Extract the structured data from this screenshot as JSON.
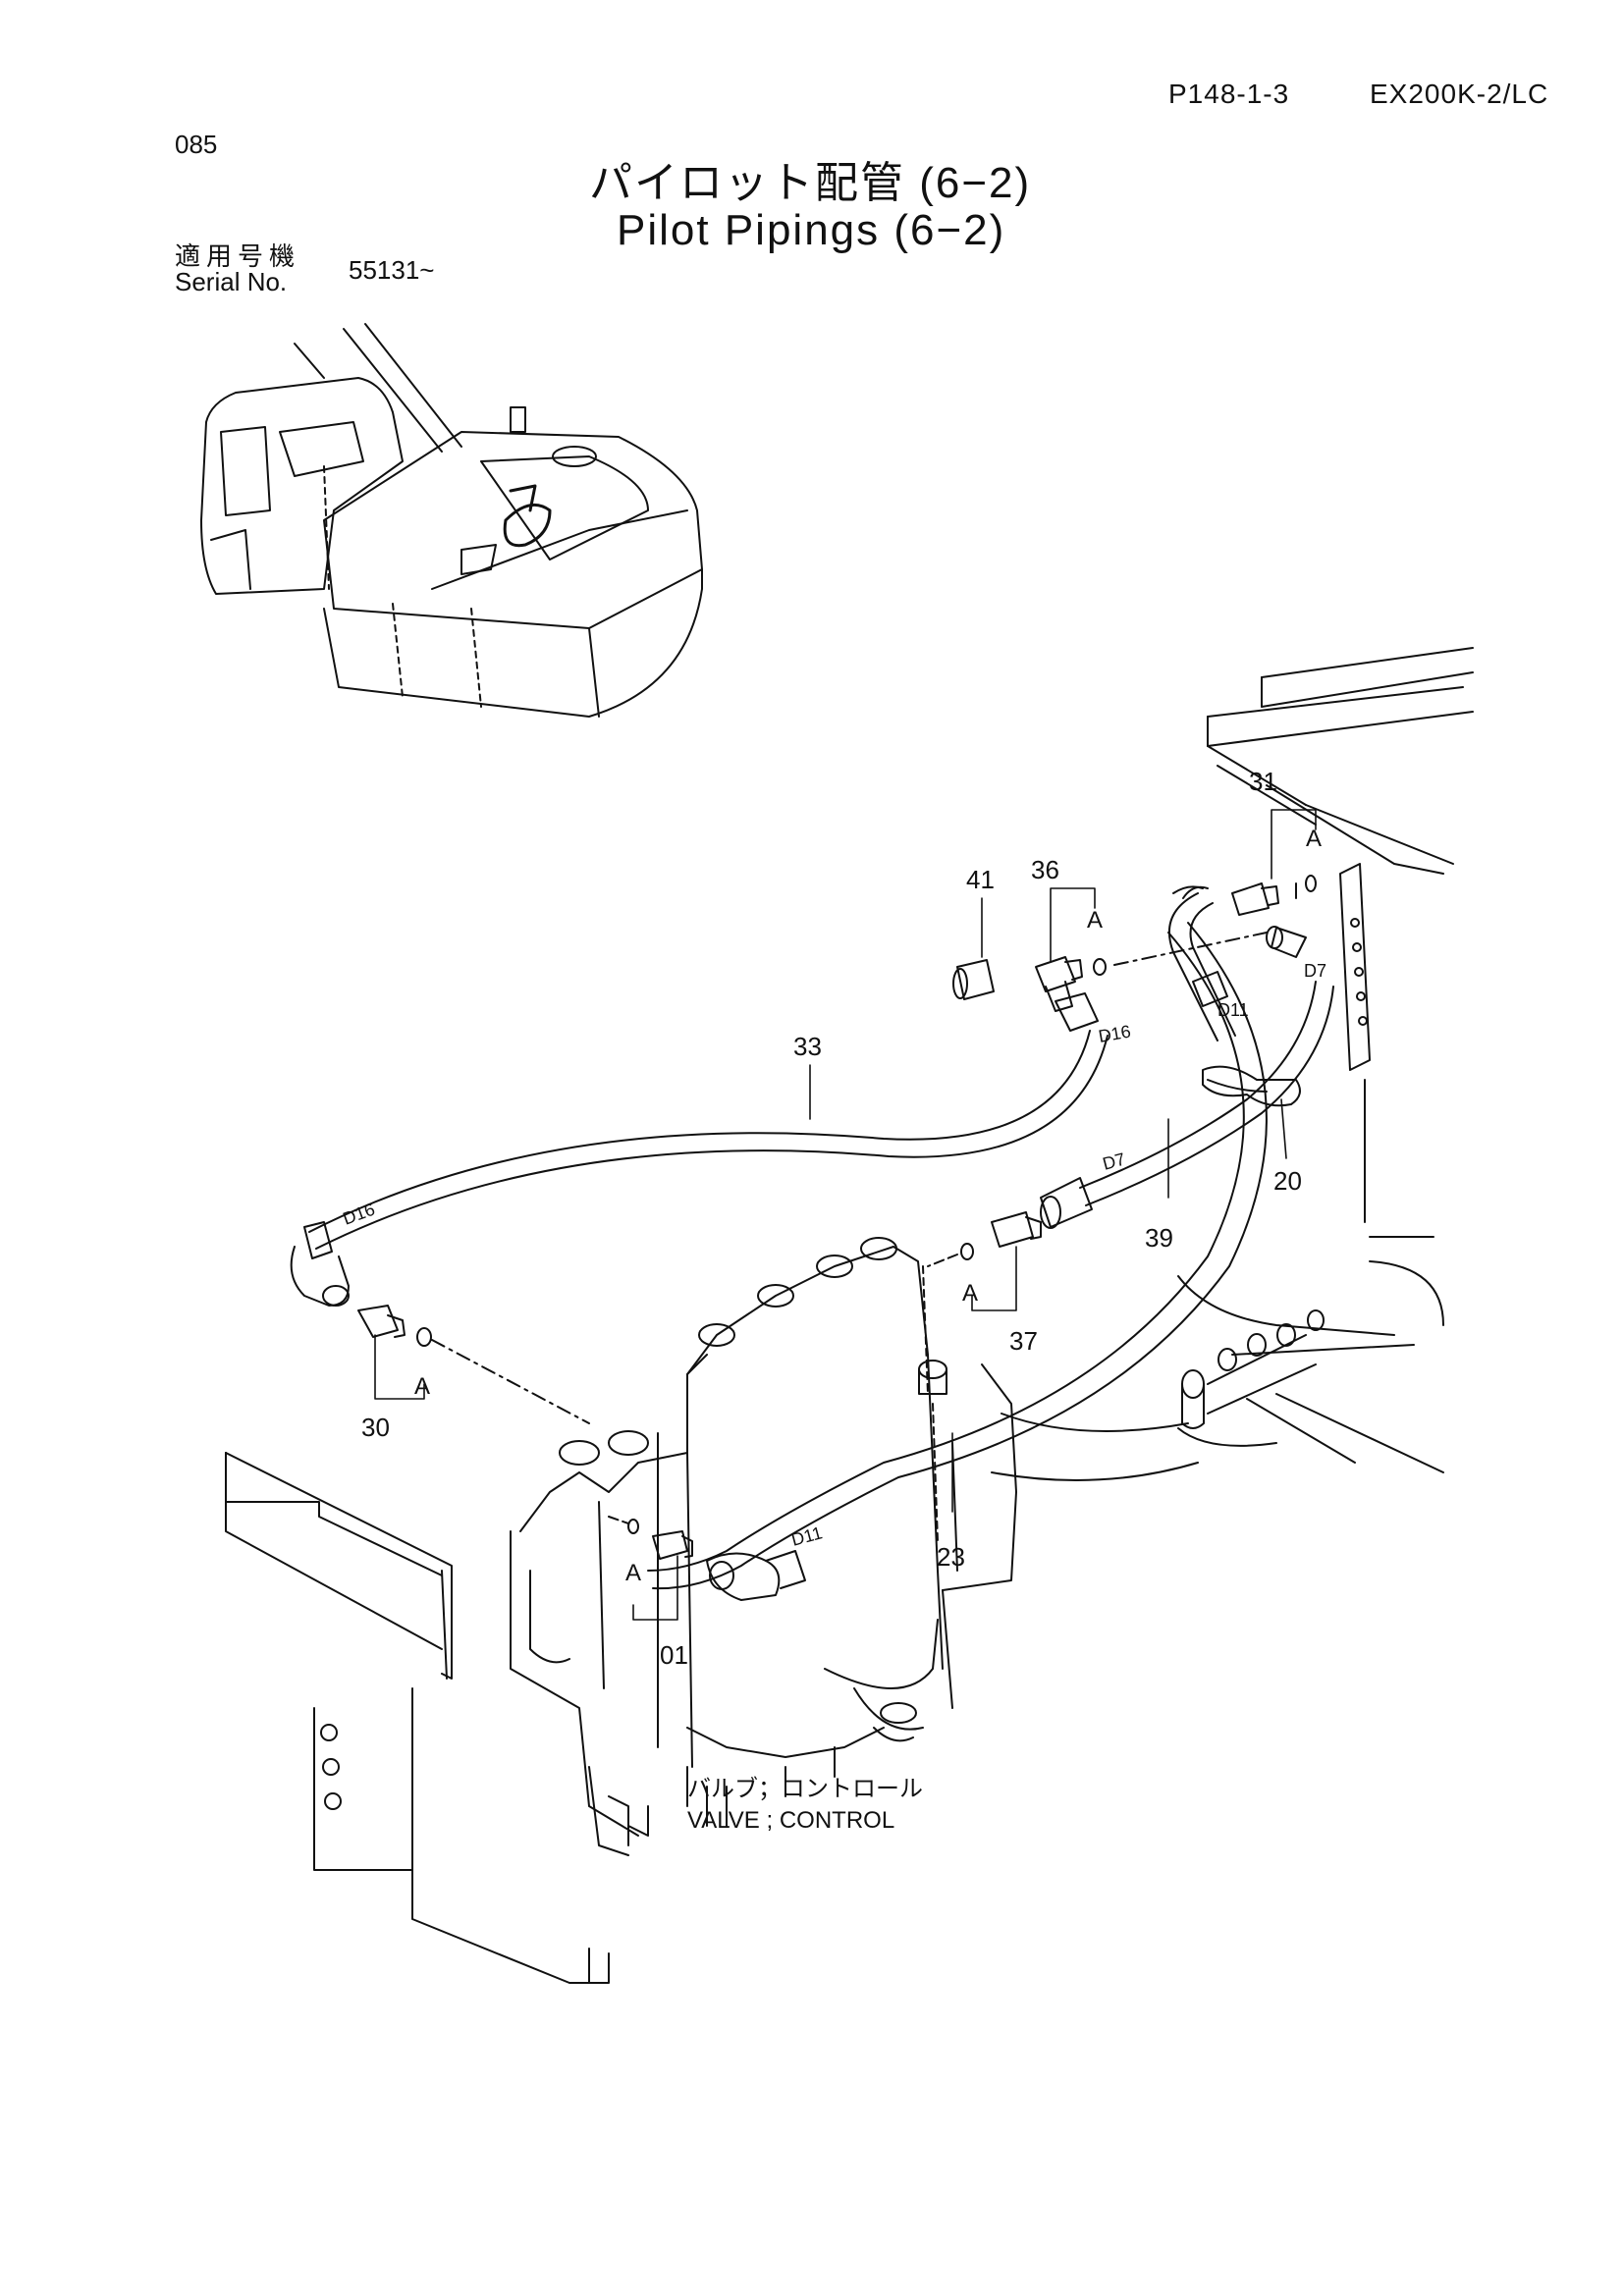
{
  "header": {
    "page_code": "P148-1-3",
    "model": "EX200K-2/LC",
    "page_number": "085"
  },
  "title": {
    "japanese": "パイロット配管 (6−2)",
    "english": "Pilot Pipings (6−2)"
  },
  "serial": {
    "label_jp": "適用号機",
    "label_en": "Serial No.",
    "value": "55131~"
  },
  "callouts": {
    "p01": "01",
    "p20": "20",
    "p23": "23",
    "p30": "30",
    "p31": "31",
    "p33": "33",
    "p36": "36",
    "p37": "37",
    "p39": "39",
    "p41": "41"
  },
  "detail_marker": "A",
  "hose_tags": {
    "d16": "D16",
    "d11": "D11",
    "d7": "D7"
  },
  "component_label": {
    "japanese": "バルブ；コントロール",
    "english": "VALVE ; CONTROL"
  }
}
